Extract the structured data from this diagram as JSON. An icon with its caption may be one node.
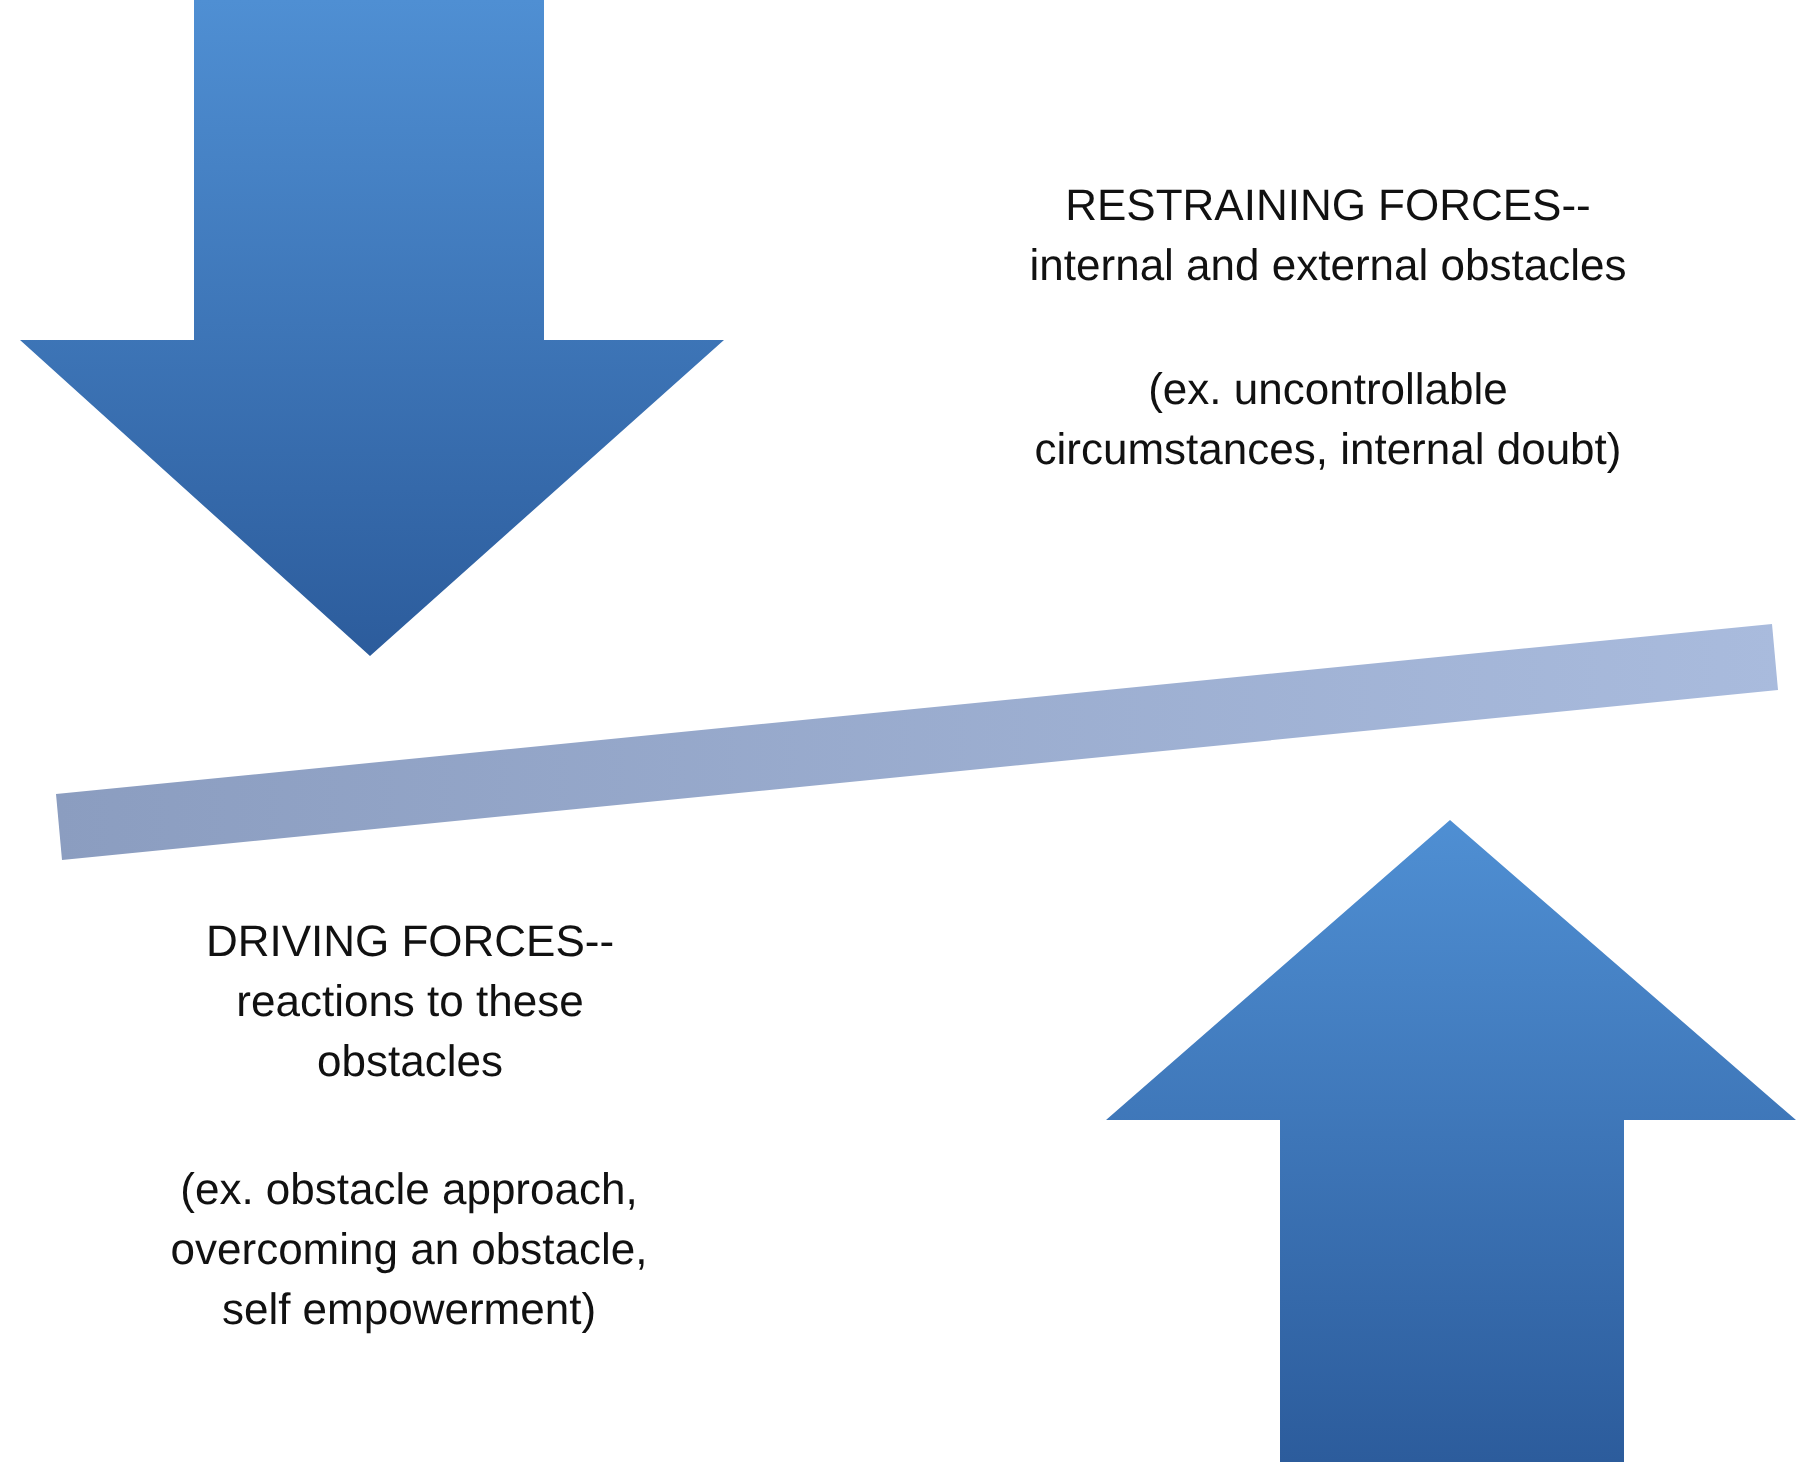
{
  "diagram": {
    "nodes": [
      {
        "text": [],
        "shape": "bar"
      }
    ],
    "labels": [
      "RESTRAINING FORCES-- internal and external obstacles",
      "(ex. uncontrollable circumstances, internal doubt)",
      "DRIVING FORCES-- reactions to these obstacles",
      "(ex. obstacle approach, overcoming an obstacle, self empowerment)"
    ]
  }
}
